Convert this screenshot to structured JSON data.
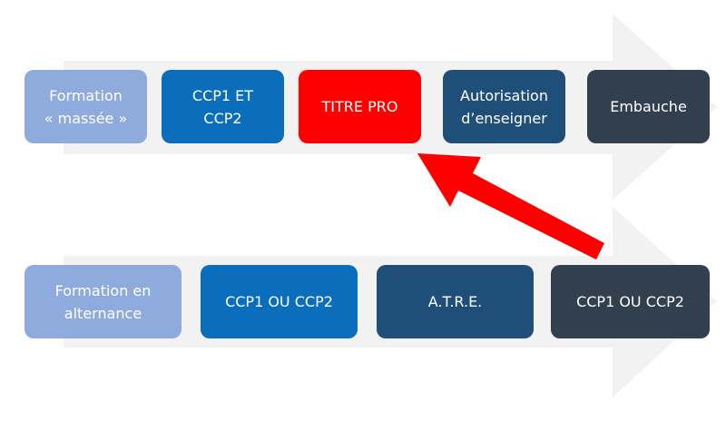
{
  "colors": {
    "light_blue": "#8faadc",
    "medium_blue": "#0a6ebd",
    "red": "#ff0000",
    "steel_blue": "#1f4e79",
    "dark_slate": "#323f4f",
    "chevron_gray": "#f2f2f2"
  },
  "row_top": {
    "boxes": [
      {
        "text": "Formation\n« massée »",
        "color": "#8faadc"
      },
      {
        "text": "CCP1 ET\nCCP2",
        "color": "#0a6ebd"
      },
      {
        "text": "TITRE PRO",
        "color": "#ff0000"
      },
      {
        "text": "Autorisation\nd’enseigner",
        "color": "#1f4e79"
      },
      {
        "text": "Embauche",
        "color": "#323f4f"
      }
    ]
  },
  "row_bottom": {
    "boxes": [
      {
        "text": "Formation en\nalternance",
        "color": "#8faadc"
      },
      {
        "text": "CCP1 OU CCP2",
        "color": "#0a6ebd"
      },
      {
        "text": "A.T.R.E.",
        "color": "#1f4e79"
      },
      {
        "text": "CCP1 OU CCP2",
        "color": "#323f4f"
      }
    ]
  },
  "connector": {
    "from": "row_bottom.boxes.3",
    "to": "row_top.boxes.2",
    "color": "#ff0000"
  }
}
